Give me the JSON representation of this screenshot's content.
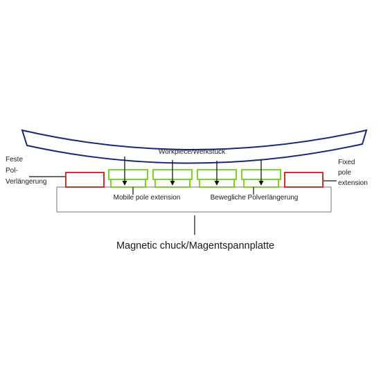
{
  "workpiece": {
    "label": "Workpiece/Werkstück",
    "color": "#1a237e"
  },
  "fixed_left": {
    "lines": [
      "Feste",
      "Pol-",
      "Verlängerung"
    ],
    "color": "#d32f2f"
  },
  "fixed_right": {
    "lines": [
      "Fixed",
      "pole",
      "extension"
    ],
    "color": "#d32f2f"
  },
  "mobile_label": "Mobile pole extension",
  "mobile_label_de": "Bewegliche Polverlängerung",
  "mobile_color": "#7ed321",
  "chuck": {
    "label": "Magnetic chuck/Magentspannplatte",
    "color": "#a0a0a8"
  }
}
